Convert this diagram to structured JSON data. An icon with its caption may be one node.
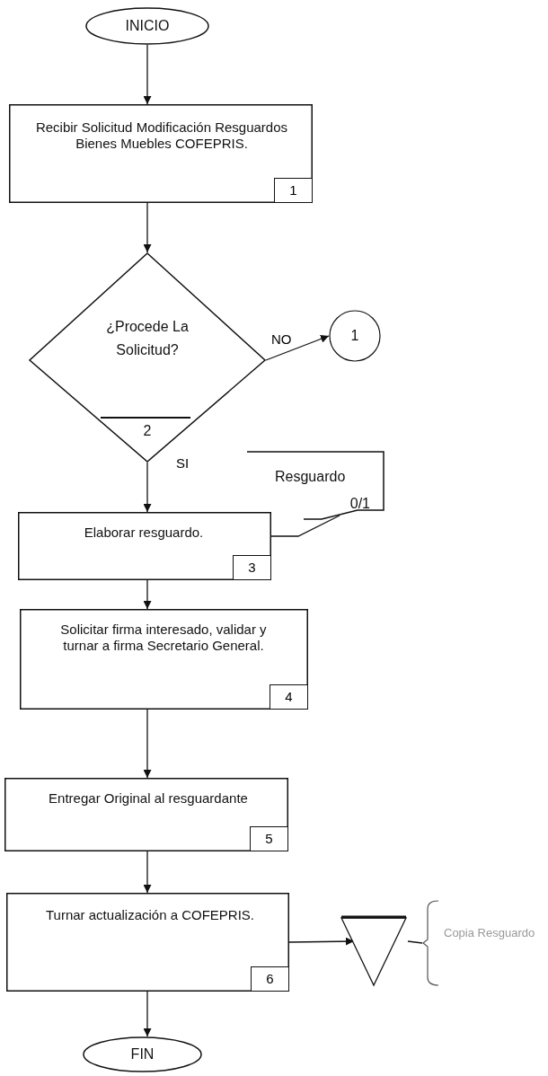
{
  "diagram": {
    "nodes": [
      {
        "text": [
          "INICIO"
        ]
      },
      {
        "text": [
          "Recibir Solicitud Modificación Resguardos Bienes Muebles COFEPRIS.",
          "1"
        ]
      },
      {
        "text": [
          "¿Procede La Solicitud?",
          "2"
        ]
      },
      {
        "text": [
          "1"
        ]
      },
      {
        "text": [
          "Resguardo 0/1"
        ]
      },
      {
        "text": [
          "Elaborar resguardo.",
          "3"
        ]
      },
      {
        "text": [
          "Solicitar firma interesado, validar y turnar a firma Secretario General.",
          "4"
        ]
      },
      {
        "text": [
          "Entregar Original al resguardante",
          "5"
        ]
      },
      {
        "text": [
          "Turnar actualización a COFEPRIS.",
          "6"
        ]
      },
      {
        "text": [],
        "shape": "triangle"
      },
      {
        "text": [
          "FIN"
        ]
      },
      {
        "text": [
          "Copia Resguardo"
        ]
      }
    ],
    "edges": [
      {
        "from": 0,
        "to": 1,
        "arrow": "to"
      },
      {
        "from": 1,
        "to": 2,
        "arrow": "to"
      },
      {
        "from": 2,
        "to": 3,
        "arrow": "to",
        "label": "NO"
      },
      {
        "from": 2,
        "to": 5,
        "arrow": "to",
        "label": "SI"
      },
      {
        "from": 5,
        "to": 4,
        "arrow": "none"
      },
      {
        "from": 5,
        "to": 6,
        "arrow": "to"
      },
      {
        "from": 6,
        "to": 7,
        "arrow": "to"
      },
      {
        "from": 7,
        "to": 8,
        "arrow": "to"
      },
      {
        "from": 8,
        "to": 9,
        "arrow": "to"
      },
      {
        "from": 9,
        "to": 11,
        "arrow": "none"
      },
      {
        "from": 8,
        "to": 10,
        "arrow": "to"
      }
    ]
  }
}
